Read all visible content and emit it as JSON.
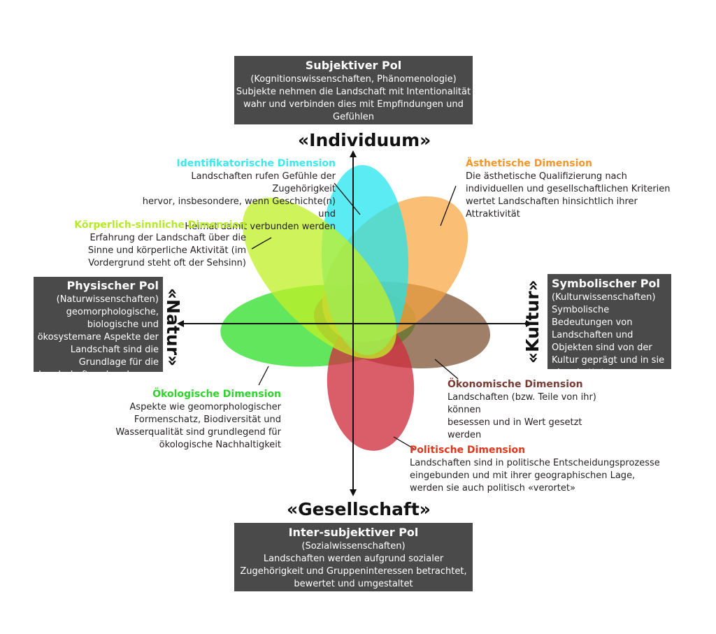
{
  "poles": {
    "top": {
      "title": "Subjektiver Pol",
      "sub": "(Kognitionswissenschaften, Phänomenologie)",
      "desc": "Subjekte nehmen die Landschaft mit Intentionalität wahr und verbinden dies mit Empfindungen und Gefühlen"
    },
    "bottom": {
      "title": "Inter-subjektiver Pol",
      "sub": "(Sozialwissenschaften)",
      "desc": "Landschaften werden aufgrund sozialer Zugehörigkeit und Gruppeninteressen betrachtet, bewertet und umgestaltet"
    },
    "left": {
      "title": "Physischer Pol",
      "sub": "(Naturwissenschaften)",
      "desc": "geomorphologische, biologische und ökosystemare Aspekte der Landschaft sind die Grundlage für die Landschaftswahrnehmung"
    },
    "right": {
      "title": "Symbolischer Pol",
      "sub": "(Kulturwissenschaften)",
      "desc": "Symbolische Bedeutungen von Landschaften und Objekten sind von der Kultur geprägt und in sie eingebettet"
    }
  },
  "axes": {
    "top": "«Individuum»",
    "bottom": "«Gesellschaft»",
    "left": "«Natur»",
    "right": "«Kultur»"
  },
  "dimensions": {
    "identifikatorisch": {
      "title": "Identifikatorische Dimension",
      "desc": "Landschaften rufen Gefühle der Zugehörigkeit\nhervor, insbesondere, wenn Geschichte(n) und\nHeimat damit verbunden werden",
      "color": "#3fe8ee"
    },
    "koerperlich": {
      "title": "Körperlich-sinnliche Dimension",
      "desc": "Erfahrung der Landschaft über die\nSinne und körperliche Aktivität (im\nVordergrund steht oft der Sehsinn)",
      "color": "#c8f53a"
    },
    "aesthetisch": {
      "title": "Ästhetische Dimension",
      "desc": "Die ästhetische Qualifizierung nach\nindividuellen und gesellschaftlichen Kriterien\nwertet Landschaften hinsichtlich ihrer\nAttraktivität",
      "color": "#f8ab4e"
    },
    "oekologisch": {
      "title": "Ökologische Dimension",
      "desc": "Aspekte wie geomorphologischer\nFormenschatz, Biodiversität und\nWasserqualität sind grundlegend für\nökologische Nachhaltigkeit",
      "color": "#3ee03a"
    },
    "oekonomisch": {
      "title": "Ökonomische Dimension",
      "desc": "Landschaften (bzw. Teile von ihr) können\nbesessen und in Wert gesetzt werden",
      "color": "#8a5c3c"
    },
    "politisch": {
      "title": "Politische Dimension",
      "desc": "Landschaften sind in politische Entscheidungsprozesse\neingebunden und mit ihrer geographischen Lage,\nwerden sie auch politisch «verortet»",
      "color": "#d0404f"
    }
  },
  "colors": {
    "pole_box": "#4a4a4a",
    "axis": "#111111",
    "ident_title": "#3fe8ee",
    "koerper_title": "#b6ea26",
    "aesth_title": "#f5962d",
    "oeko_title": "#2fd42b",
    "oekonom_title": "#7a3a34",
    "polit_title": "#e0361c"
  }
}
